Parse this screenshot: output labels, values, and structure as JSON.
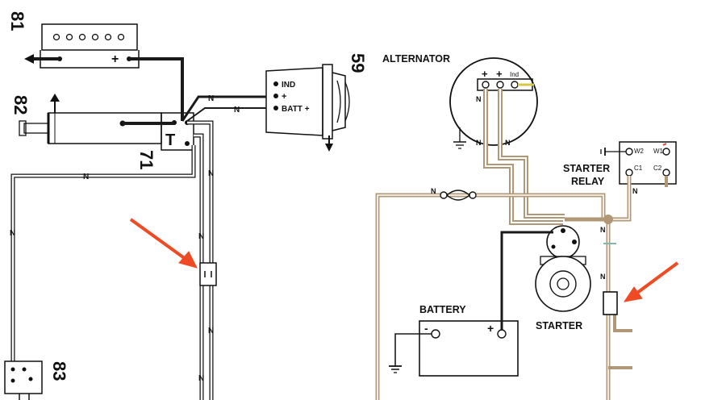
{
  "left_diagram": {
    "component_numbers": [
      "81",
      "82",
      "71",
      "59",
      "83"
    ],
    "battery_terminals": {
      "negative": "-",
      "positive": "+"
    },
    "dynamo_terminals": [
      "IND",
      "+",
      "BATT +"
    ],
    "wire_label": "N",
    "relay_symbol": "T"
  },
  "right_diagram": {
    "alternator_label": "ALTERNATOR",
    "alternator_terminals": [
      "+",
      "+",
      "Ind"
    ],
    "starter_relay_label": [
      "STARTER",
      "RELAY"
    ],
    "relay_terminals": [
      "W2",
      "W1",
      "C1",
      "C2"
    ],
    "battery_label": "BATTERY",
    "battery_terminals": {
      "negative": "-",
      "positive": "+"
    },
    "starter_label": "STARTER",
    "wire_label": "N"
  },
  "colors": {
    "black_wire": "#1a1a1a",
    "tan_wire": "#b09877",
    "highlight_arrow": "#ef4a23"
  }
}
